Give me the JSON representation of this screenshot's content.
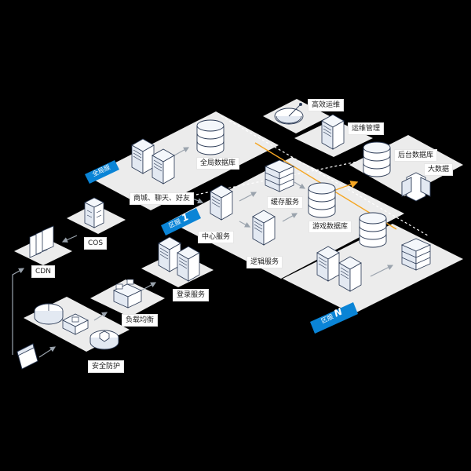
{
  "colors": {
    "accent": "#0a84d6",
    "arrow": "#f5a623",
    "platform": "#ececec",
    "background": "#000000"
  },
  "zones": {
    "global": {
      "label": "全局服"
    },
    "zone1": {
      "label": "区服",
      "number": "1"
    },
    "zoneN": {
      "label": "区服",
      "number": "N"
    }
  },
  "nodes": {
    "ops": "高效运维",
    "ops_mgmt": "运维管理",
    "backend_db": "后台数据库",
    "bigdata": "大数据",
    "global_db": "全局数据库",
    "social": "商城、聊天、好友",
    "cache": "缓存服务",
    "game_db": "游戏数据库",
    "center": "中心服务",
    "logic": "逻辑服务",
    "cos": "COS",
    "cdn": "CDN",
    "login": "登录服务",
    "lb": "负载均衡",
    "security": "安全防护"
  }
}
